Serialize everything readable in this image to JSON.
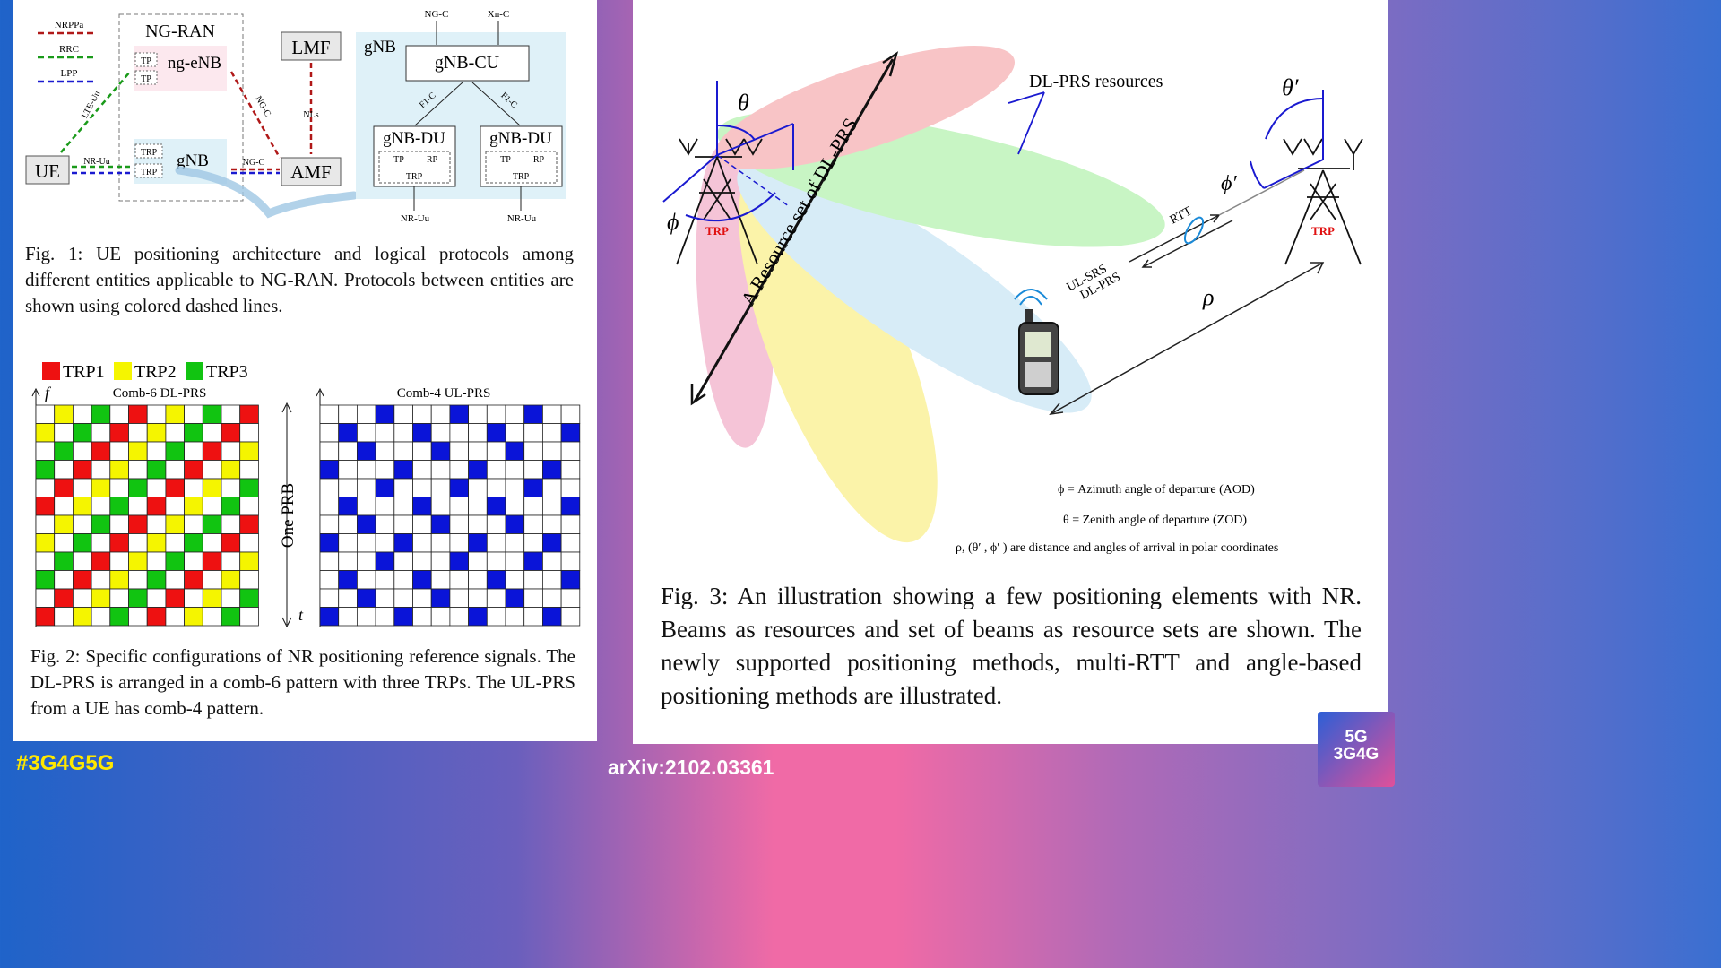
{
  "fig1": {
    "legend": {
      "nrppa": "NRPPa",
      "rrc": "RRC",
      "lpp": "LPP"
    },
    "ngran": "NG-RAN",
    "ng_enb": "ng-eNB",
    "tp": "TP",
    "trp": "TRP",
    "gnb": "gNB",
    "ue": "UE",
    "lmf": "LMF",
    "amf": "AMF",
    "lte_uu": "LTE-Uu",
    "nr_uu": "NR-Uu",
    "ng_c": "NG-C",
    "nls": "NLs",
    "xn_c": "Xn-C",
    "gnb_cu": "gNB-CU",
    "gnb_du": "gNB-DU",
    "f1_c": "F1-C",
    "rp": "RP",
    "caption": "Fig. 1: UE positioning architecture and logical protocols among different entities applicable to NG-RAN. Protocols between entities are shown using colored dashed lines."
  },
  "fig2": {
    "legend": [
      "TRP1",
      "TRP2",
      "TRP3"
    ],
    "colors": {
      "trp1": "#ee1111",
      "trp2": "#f5f500",
      "trp3": "#11c411",
      "ul": "#0a14d8"
    },
    "dl_title": "Comb-6 DL-PRS",
    "ul_title": "Comb-4 UL-PRS",
    "f_label": "f",
    "t_label": "t",
    "prb_label": "One PRB",
    "caption": "Fig. 2: Specific configurations of NR positioning reference signals. The DL-PRS is arranged in a comb-6 pattern with three TRPs. The UL-PRS from a UE has comb-4 pattern."
  },
  "fig3": {
    "theta": "θ",
    "phi": "ϕ",
    "theta_p": "θ′",
    "phi_p": "ϕ′",
    "rho": "ρ",
    "trp": "TRP",
    "rtt": "RTT",
    "ul_srs": "UL-SRS",
    "dl_prs": "DL-PRS",
    "dl_prs_resources": "DL-PRS resources",
    "resource_set": "A Resource set of DL-PRS",
    "legend_phi": "ϕ = Azimuth angle of departure (AOD)",
    "legend_theta": "θ = Zenith angle of departure (ZOD)",
    "legend_rho": "ρ, (θ′ , ϕ′ ) are distance and angles of arrival in polar coordinates",
    "caption": "Fig. 3: An illustration showing a few positioning elements with NR. Beams as resources and set of beams as resource sets are shown. The newly supported positioning methods, multi-RTT and angle-based positioning methods are illustrated."
  },
  "footer": {
    "hashtag": "#3G4G5G",
    "arxiv": "arXiv:2102.03361",
    "logo_top": "5G",
    "logo_bottom": "3G4G"
  }
}
